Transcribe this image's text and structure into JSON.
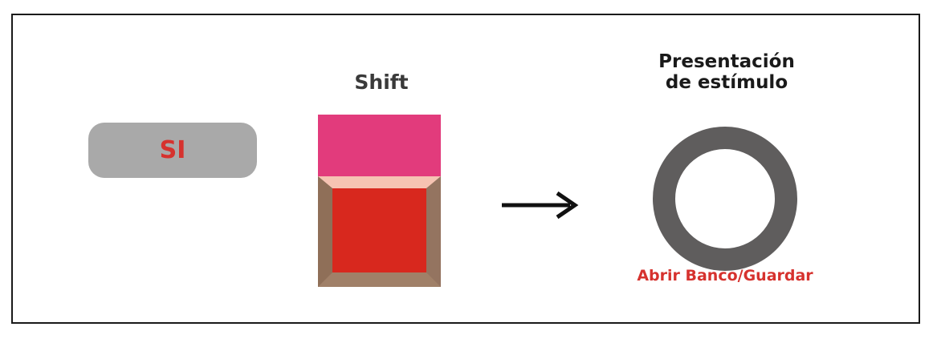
{
  "si_button": {
    "label": "SI",
    "bg_color": "#a9a9a9",
    "text_color": "#d6322e"
  },
  "shift_key": {
    "title": "Shift",
    "top_color": "#e23b7c",
    "highlight_color": "#f6c3b2",
    "bevel_color": "#a08068",
    "face_color": "#d8281e"
  },
  "arrow": {
    "icon": "right-arrow-icon"
  },
  "stimulus": {
    "title_line1": "Presentación",
    "title_line2": "de estímulo",
    "ring_color": "#5f5d5d",
    "action_label": "Abrir Banco/Guardar",
    "action_color": "#d6322e"
  }
}
